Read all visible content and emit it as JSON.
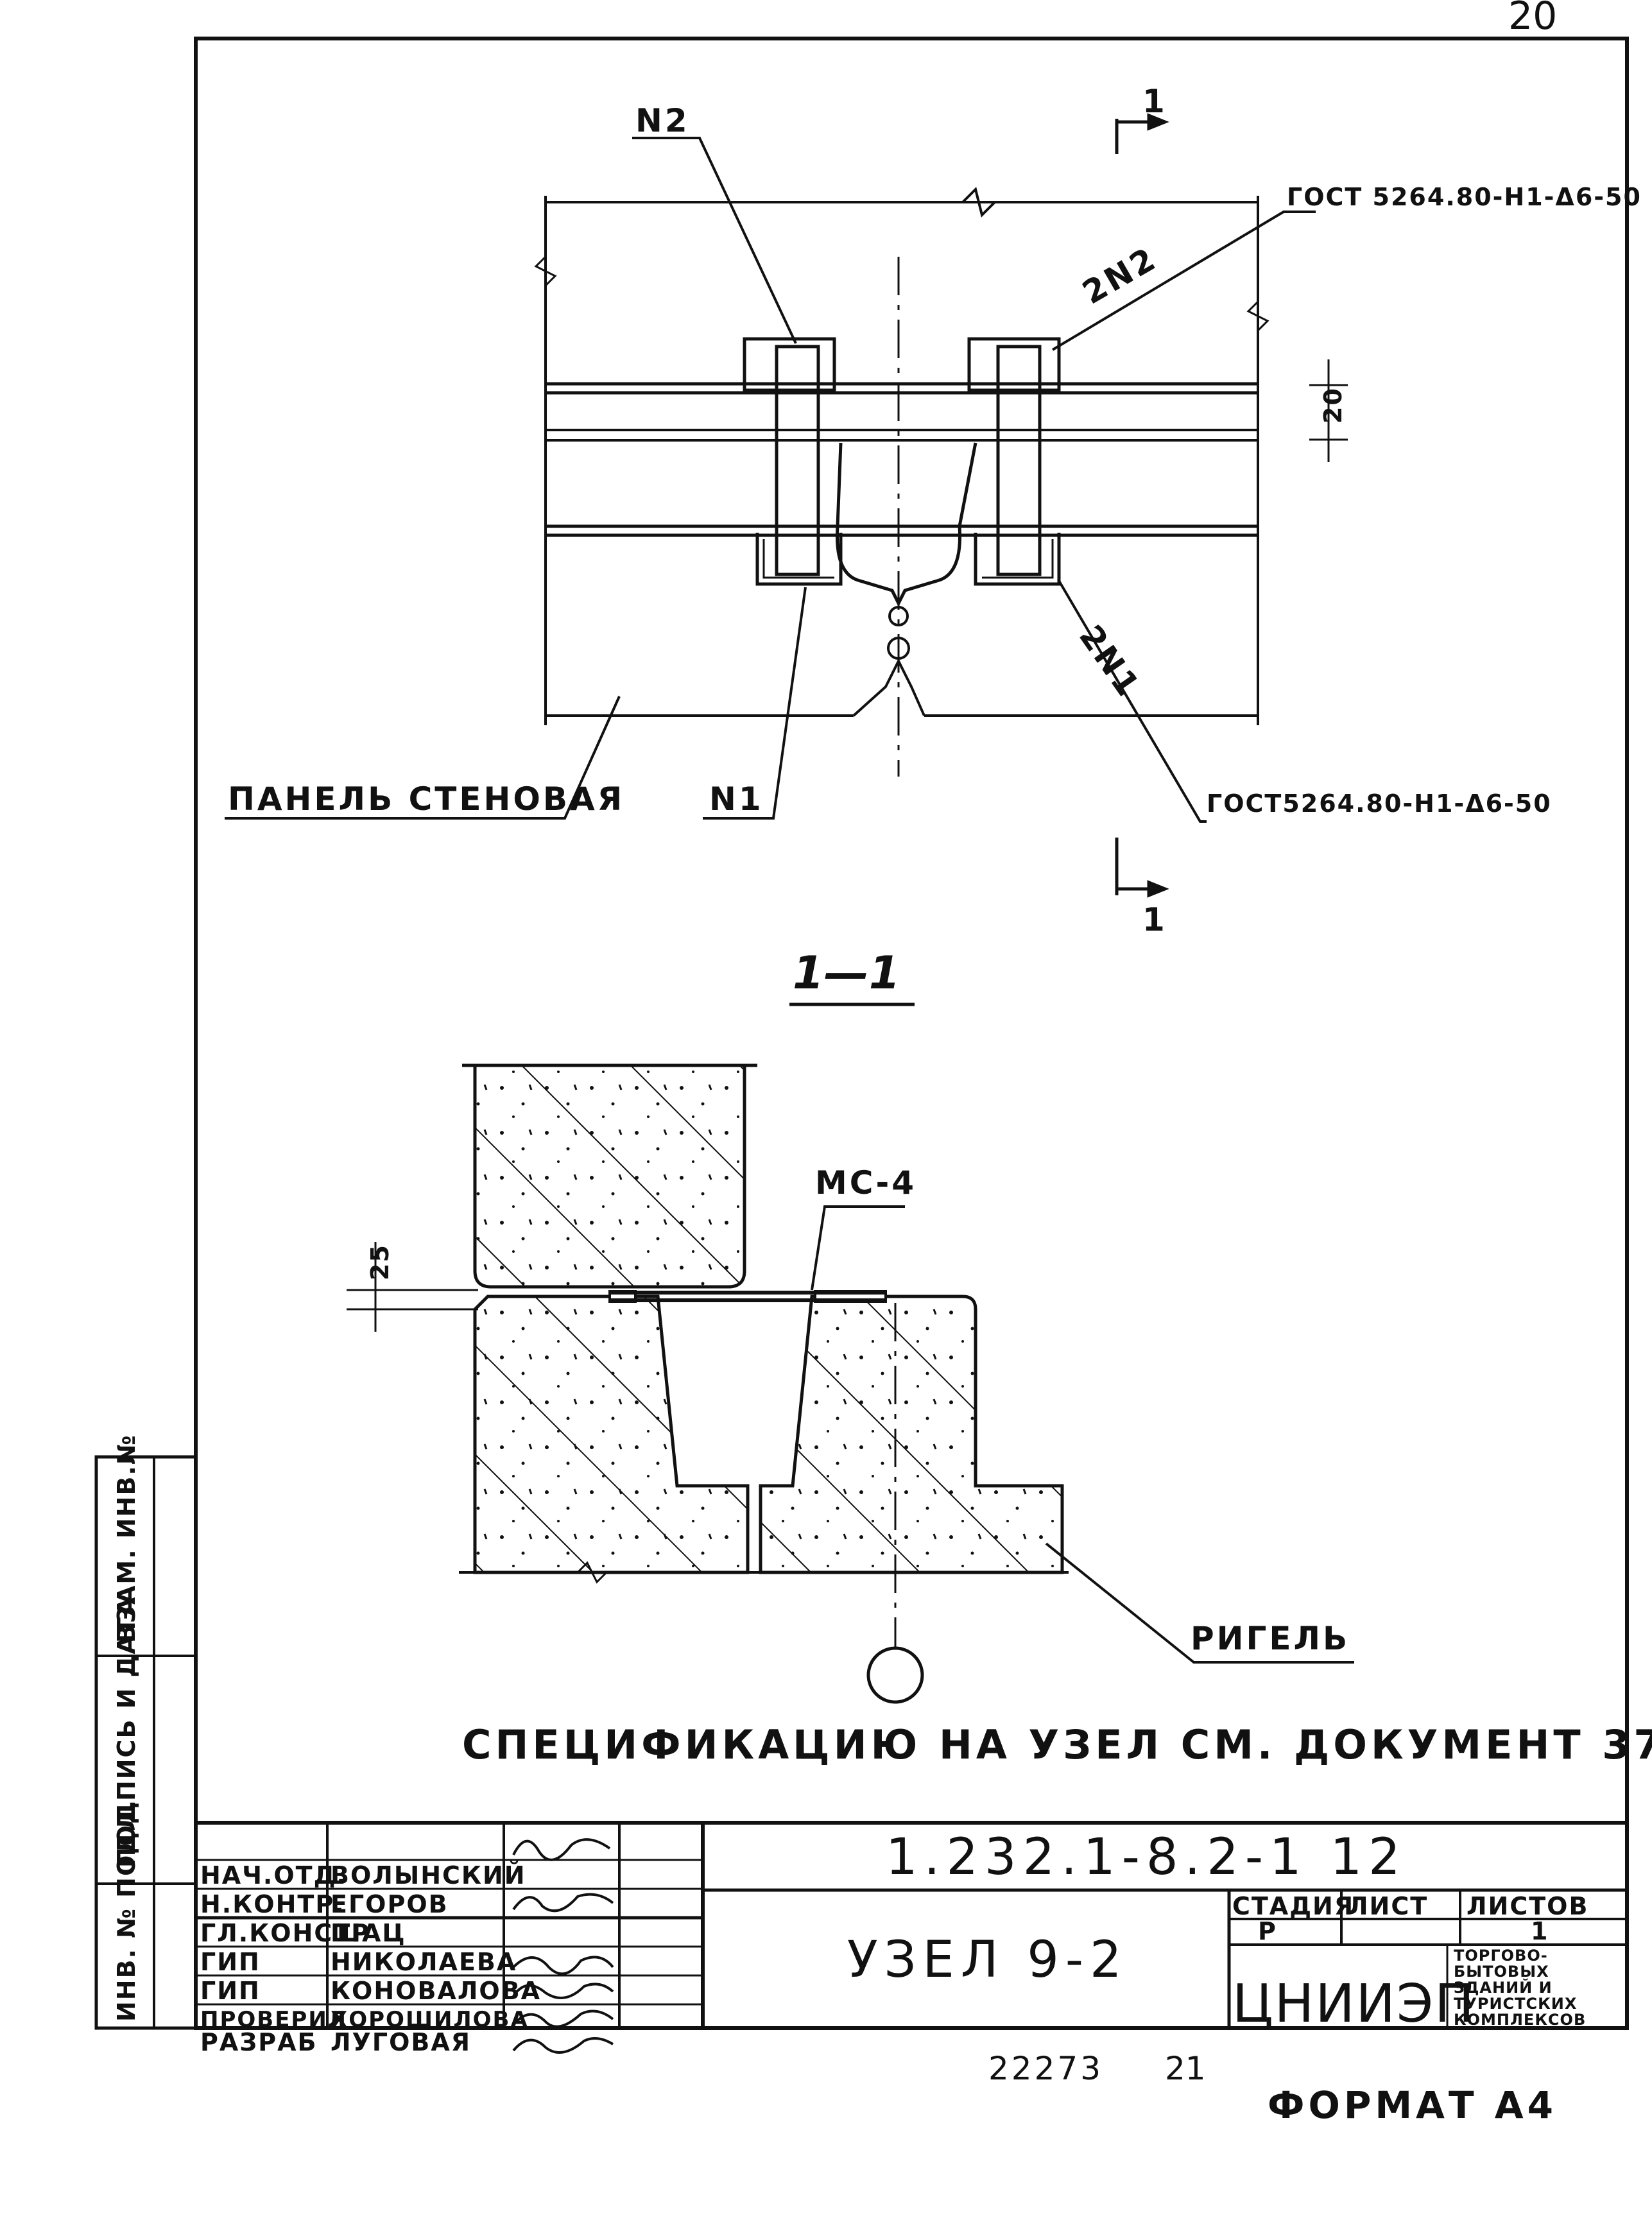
{
  "sheet_number": "20",
  "callouts": {
    "n2": "N2",
    "two_n2": "2N2",
    "n1": "N1",
    "two_n1": "2N1",
    "gost_top": "ГОСТ 5264.80-Н1-Δ6-50",
    "gost_bottom": "ГОСТ5264.80-Н1-Δ6-50",
    "panel": "ПАНЕЛЬ СТЕНОВАЯ",
    "dim_20": "20",
    "section_mark_top": "1",
    "section_mark_bottom": "1",
    "section_title": "1—1",
    "mc4": "МС-4",
    "dim_25": "25",
    "rigel": "РИГЕЛЬ"
  },
  "spec_note": "СПЕЦИФИКАЦИЮ НА УЗЕЛ СМ. ДОКУМЕНТ 37",
  "side_stamps": [
    "ИНВ. № ПОДЛ.",
    "ПОДПИСЬ И ДАТА",
    "ВЗАМ. ИНВ.№"
  ],
  "title_block": {
    "code": "1.232.1-8.2-1 12",
    "node_title": "УЗЕЛ 9-2",
    "people": [
      {
        "role": "НАЧ.ОТД.",
        "name": "ВОЛЫНСКИЙ"
      },
      {
        "role": "Н.КОНТР.",
        "name": "ЕГОРОВ"
      },
      {
        "role": "ГЛ.КОНСТР",
        "name": "ШАЦ"
      },
      {
        "role": "ГИП",
        "name": "НИКОЛАЕВА"
      },
      {
        "role": "ГИП",
        "name": "КОНОВАЛОВА"
      },
      {
        "role": "ПРОВЕРИЛ",
        "name": "ХОРОШИЛОВА"
      },
      {
        "role": "РАЗРАБ",
        "name": "ЛУГОВАЯ"
      }
    ],
    "stage_header": "СТАДИЯ",
    "sheet_header": "ЛИСТ",
    "sheets_header": "ЛИСТОВ",
    "stage": "Р",
    "sheet": "",
    "sheets": "1",
    "org": "ЦНИИЭП",
    "org_desc": [
      "ТОРГОВО-",
      "БЫТОВЫХ",
      "ЗДАНИЙ И",
      "ТУРИСТСКИХ",
      "КОМПЛЕКСОВ"
    ]
  },
  "footer": {
    "archive_number": "22273",
    "page": "21",
    "format": "ФОРМАТ А4"
  }
}
